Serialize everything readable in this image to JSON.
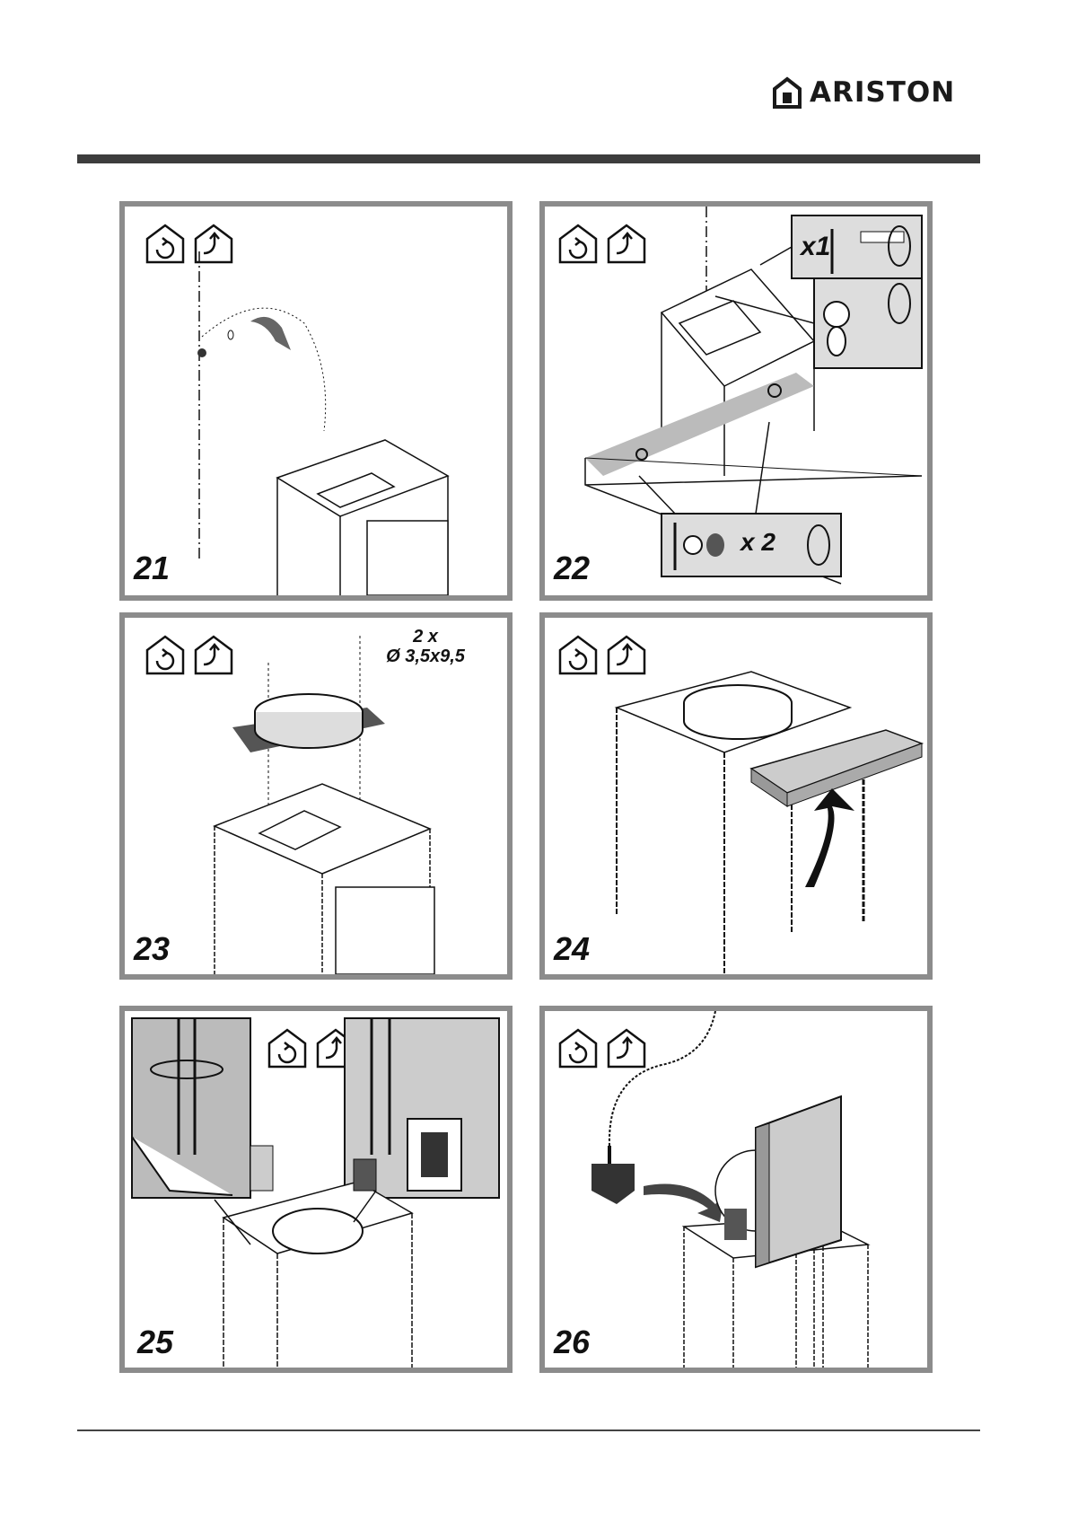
{
  "brand": {
    "name": "ARISTON",
    "icon": "house-logo-icon"
  },
  "panels": [
    {
      "step": "21",
      "icons": [
        "recirculation-mode-icon",
        "extraction-mode-icon"
      ]
    },
    {
      "step": "22",
      "icons": [
        "recirculation-mode-icon",
        "extraction-mode-icon"
      ],
      "callouts": {
        "screw_count_top": "x1",
        "screw_count_bottom": "x 2"
      }
    },
    {
      "step": "23",
      "icons": [
        "recirculation-mode-icon",
        "extraction-mode-icon"
      ],
      "spec": {
        "count": "2 x",
        "size": "Ø 3,5x9,5"
      }
    },
    {
      "step": "24",
      "icons": [
        "recirculation-mode-icon",
        "extraction-mode-icon"
      ]
    },
    {
      "step": "25",
      "icons": [
        "recirculation-mode-icon",
        "extraction-mode-icon"
      ]
    },
    {
      "step": "26",
      "icons": [
        "recirculation-mode-icon",
        "extraction-mode-icon"
      ]
    }
  ]
}
